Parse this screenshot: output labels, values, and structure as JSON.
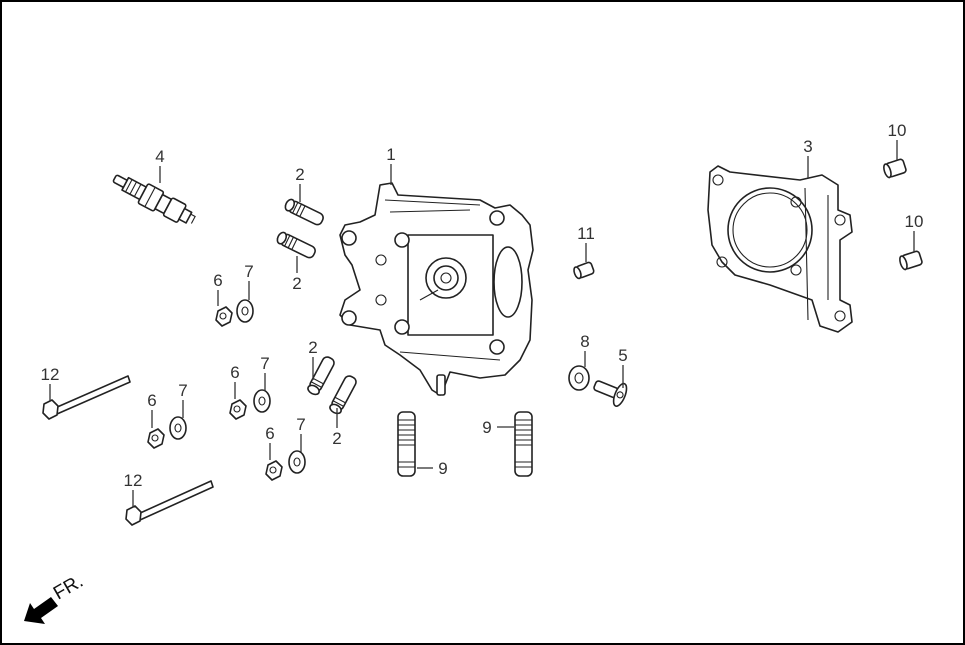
{
  "diagram": {
    "title": "Cylinder head exploded parts diagram",
    "direction_marker": {
      "label": "FR.",
      "icon": "arrow-down-left-icon"
    },
    "parts": [
      {
        "ref": "1",
        "name": "cylinder-head"
      },
      {
        "ref": "2",
        "name": "valve-guide"
      },
      {
        "ref": "3",
        "name": "cylinder-head-gasket"
      },
      {
        "ref": "4",
        "name": "spark-plug"
      },
      {
        "ref": "5",
        "name": "bolt"
      },
      {
        "ref": "6",
        "name": "nut"
      },
      {
        "ref": "7",
        "name": "washer"
      },
      {
        "ref": "8",
        "name": "washer"
      },
      {
        "ref": "9",
        "name": "stud-bolt"
      },
      {
        "ref": "10",
        "name": "dowel-pin"
      },
      {
        "ref": "11",
        "name": "dowel-pin"
      },
      {
        "ref": "12",
        "name": "long-bolt"
      }
    ],
    "callouts": {
      "c1": "1",
      "c2a": "2",
      "c2b": "2",
      "c2c": "2",
      "c2d": "2",
      "c3": "3",
      "c4": "4",
      "c5": "5",
      "c6a": "6",
      "c6b": "6",
      "c6c": "6",
      "c6d": "6",
      "c7a": "7",
      "c7b": "7",
      "c7c": "7",
      "c7d": "7",
      "c8": "8",
      "c9a": "9",
      "c9b": "9",
      "c10a": "10",
      "c10b": "10",
      "c11": "11",
      "c12a": "12",
      "c12b": "12"
    }
  }
}
